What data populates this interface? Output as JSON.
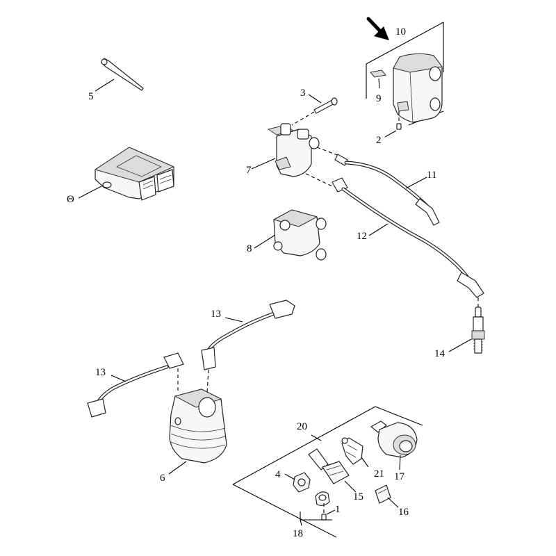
{
  "callouts": {
    "c1": "1",
    "c2": "2",
    "c3": "3",
    "c4": "4",
    "c5": "5",
    "c6": "6",
    "c7": "7",
    "c8": "8",
    "c9": "9",
    "c10": "10",
    "c11": "11",
    "c12": "12",
    "c13a": "13",
    "c13b": "13",
    "c14": "14",
    "c15": "15",
    "c16": "16",
    "c17": "17",
    "c18": "18",
    "c20": "20",
    "c21": "21",
    "cRot": "Θ"
  }
}
